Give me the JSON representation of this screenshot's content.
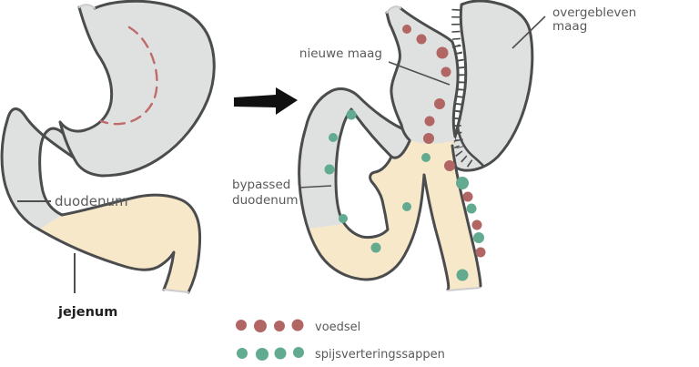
{
  "colors": {
    "organ_gray": "#dfe1e0",
    "organ_tan": "#f8e8ca",
    "outline": "#4b4c4d",
    "voedsel_dot": "#b26663",
    "sappen_dot": "#62ab90",
    "incision_line": "#c06a6a",
    "label_text": "#595a5c",
    "label_text_dark": "#1f1f1f"
  },
  "labels": {
    "left": {
      "duodenum": "duodenum",
      "jejenum": "jejenum"
    },
    "right": {
      "nieuwe_maag": "nieuwe maag",
      "overgebleven": [
        "overgebleven",
        "maag"
      ],
      "bypassed": [
        "bypassed",
        "duodenum"
      ]
    }
  },
  "diagram_dots": {
    "voedsel": [
      [
        447,
        32,
        5
      ],
      [
        463,
        43,
        5.5
      ],
      [
        486,
        58,
        6.5
      ],
      [
        490,
        79,
        5.5
      ],
      [
        483,
        114,
        6
      ],
      [
        472,
        133,
        5.5
      ],
      [
        471,
        152,
        6
      ],
      [
        494,
        182,
        6
      ],
      [
        514,
        216,
        5.5
      ],
      [
        524,
        247,
        5.5
      ],
      [
        528,
        277,
        5.5
      ]
    ],
    "spijsverteringssappen": [
      [
        386,
        126,
        5.5
      ],
      [
        366,
        151,
        5
      ],
      [
        362,
        186,
        5.5
      ],
      [
        377,
        240,
        5
      ],
      [
        413,
        272,
        5.5
      ],
      [
        447,
        227,
        5
      ],
      [
        468,
        173,
        5
      ],
      [
        508,
        201,
        7
      ],
      [
        518,
        229,
        5.5
      ],
      [
        526,
        261,
        6
      ],
      [
        508,
        302,
        6.5
      ]
    ]
  },
  "legend": {
    "items": [
      {
        "label": "voedsel",
        "dots": [
          [
            265,
            357,
            6
          ],
          [
            286,
            358,
            7
          ],
          [
            307,
            358,
            6
          ],
          [
            327,
            357,
            6.5
          ]
        ]
      },
      {
        "label": "spijsverteringssappen",
        "dots": [
          [
            266,
            388,
            6
          ],
          [
            288,
            389,
            7
          ],
          [
            308,
            388,
            6.5
          ],
          [
            328,
            387,
            6
          ]
        ]
      }
    ]
  }
}
